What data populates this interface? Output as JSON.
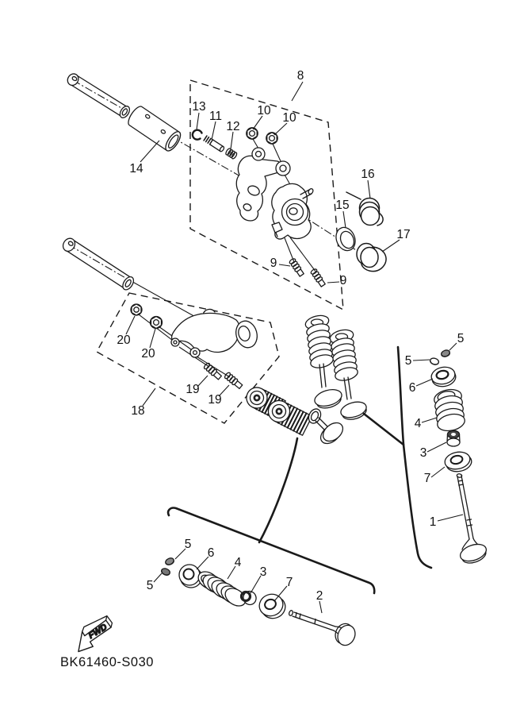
{
  "figure": {
    "type": "exploded-parts-diagram",
    "part_code": "BK61460-S030",
    "fwd_label": "FWD",
    "colors": {
      "line": "#1a1a1a",
      "background": "#ffffff"
    },
    "callouts": {
      "n1": "1",
      "n2": "2",
      "n3r": "3",
      "n3b": "3",
      "n4r": "4",
      "n4b": "4",
      "n5rt": "5",
      "n5rl": "5",
      "n5bt": "5",
      "n5bl": "5",
      "n6r": "6",
      "n6b": "6",
      "n7r": "7",
      "n7b": "7",
      "n8": "8",
      "n9a": "9",
      "n9b": "9",
      "n10a": "10",
      "n10b": "10",
      "n11": "11",
      "n12": "12",
      "n13": "13",
      "n14": "14",
      "n15": "15",
      "n16": "16",
      "n17": "17",
      "n18": "18",
      "n19a": "19",
      "n19b": "19",
      "n20a": "20",
      "n20b": "20"
    }
  }
}
